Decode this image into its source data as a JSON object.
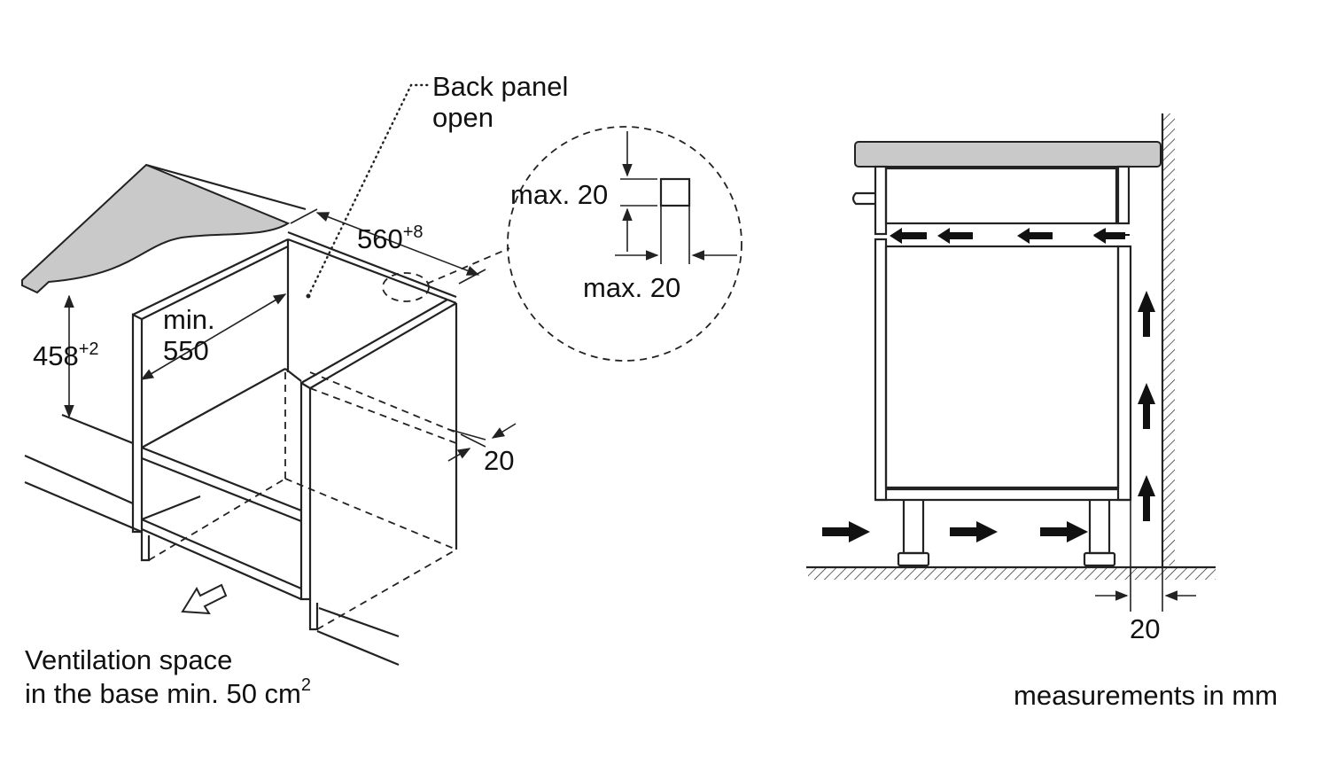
{
  "labels": {
    "back_panel_line1": "Back panel",
    "back_panel_line2": "open",
    "dim_width": "560",
    "dim_width_tol": "+8",
    "dim_height": "458",
    "dim_height_tol": "+2",
    "dim_depth_line1": "min.",
    "dim_depth_line2": "550",
    "dim_gap_front": "20",
    "detail_max_top": "max. 20",
    "detail_max_bottom": "max. 20",
    "vent_line1": "Ventilation space",
    "vent_line2_pre": "in the base min. 50 cm",
    "vent_line2_sup": "2",
    "side_gap": "20",
    "units_note": "measurements in mm"
  },
  "colors": {
    "countertop_fill": "#c9c9c9",
    "line": "#222222"
  }
}
